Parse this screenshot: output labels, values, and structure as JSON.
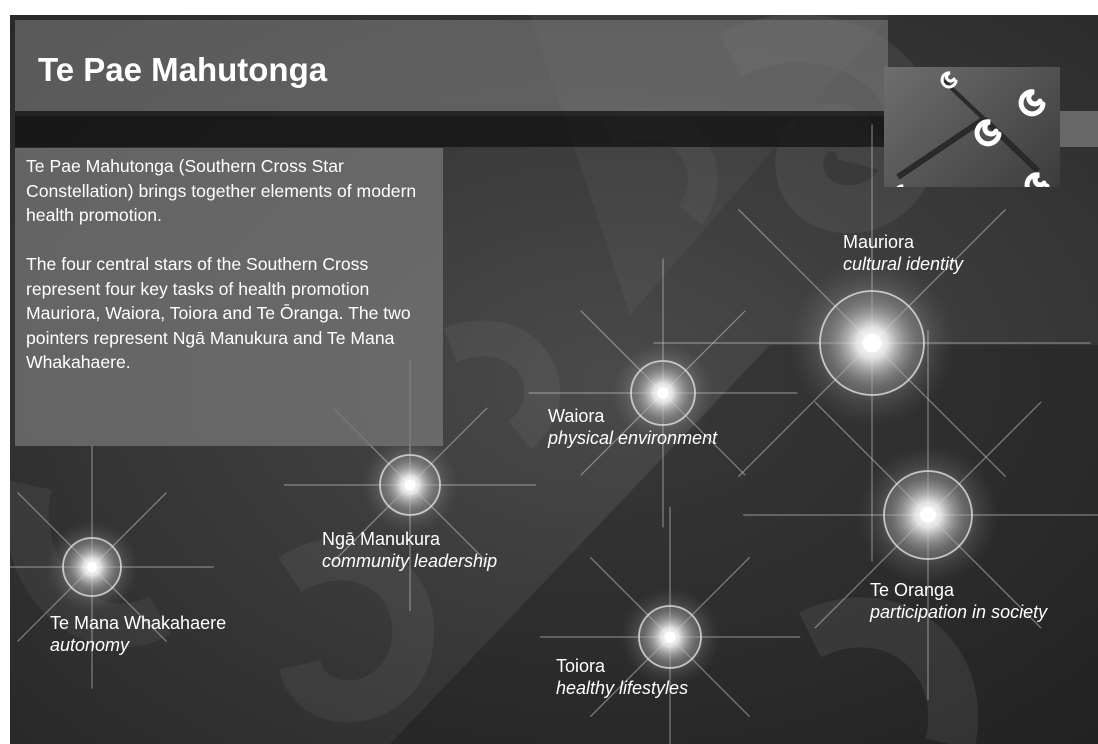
{
  "title": "Te Pae Mahutonga",
  "intro": {
    "paragraph_1": "Te Pae Mahutonga (Southern Cross Star Constellation) brings together elements of modern health promotion.",
    "paragraph_2": "The four central stars of the Southern Cross represent four key tasks of health promotion Mauriora, Waiora, Toiora and Te Ōranga. The two pointers represent Ngā Manukura and Te Mana Whakahaere."
  },
  "stars": [
    {
      "name": "Mauriora",
      "description": "cultural identity"
    },
    {
      "name": "Waiora",
      "description": "physical environment"
    },
    {
      "name": "Ngā Manukura",
      "description": "community leadership"
    },
    {
      "name": "Te Oranga",
      "description": "participation in society"
    },
    {
      "name": "Te Mana Whakahaere",
      "description": "autonomy"
    },
    {
      "name": "Toiora",
      "description": "healthy lifestyles"
    }
  ],
  "colors": {
    "background": "#3a3a3a",
    "text": "#ffffff",
    "panel": "#787878"
  },
  "icons": [
    "koru-spiral-icon"
  ]
}
